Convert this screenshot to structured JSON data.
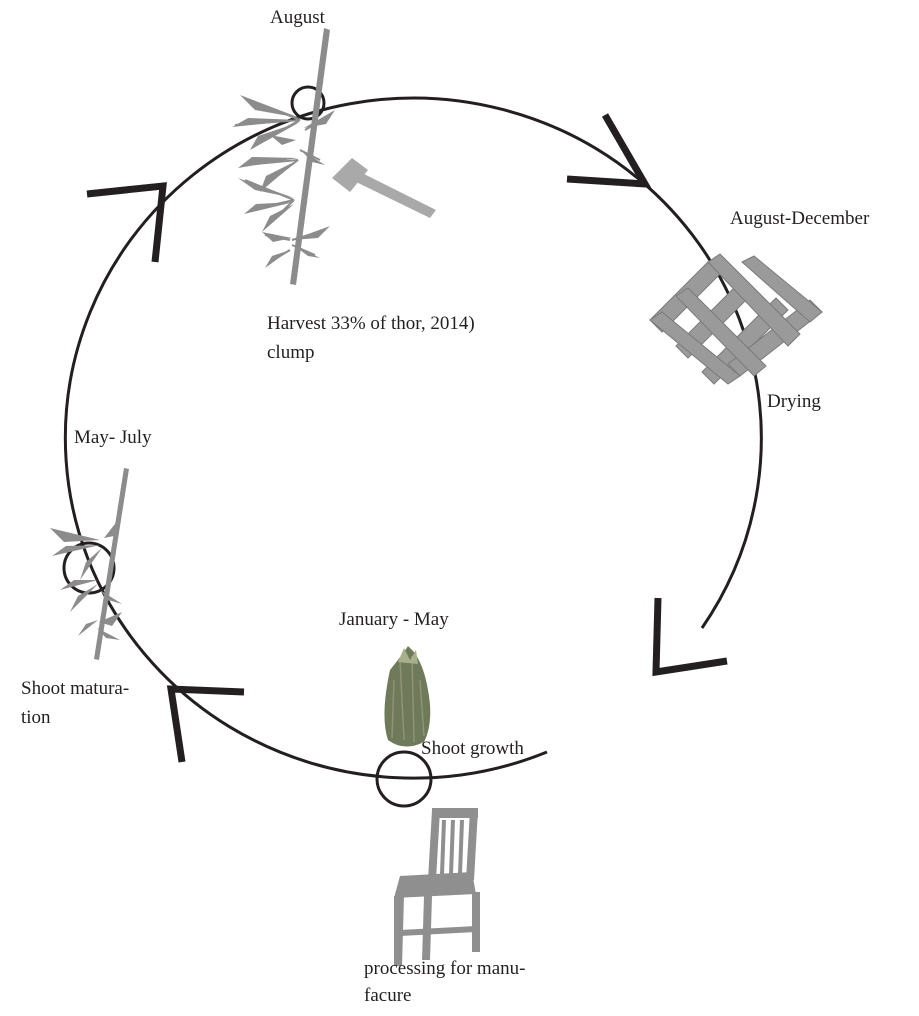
{
  "labels": {
    "august": "August",
    "harvest_line1": "Harvest 33% of thor, 2014)",
    "harvest_line2": "clump",
    "august_december": "August-December",
    "drying": "Drying",
    "may_july": "May- July",
    "january_may": "January - May",
    "shoot_growth": "Shoot growth",
    "shoot_maturation_line1": "Shoot matura-",
    "shoot_maturation_line2": "tion",
    "processing_line1": "processing for manu-",
    "processing_line2": "facure"
  },
  "icons": [
    "bamboo-icon",
    "axe-icon",
    "drying-rack-icon",
    "bamboo-shoot-icon",
    "chair-icon"
  ],
  "colors": {
    "line": "#231f20",
    "icon_gray": "#8c8c8c",
    "shoot_green": "#6f7a5a"
  }
}
